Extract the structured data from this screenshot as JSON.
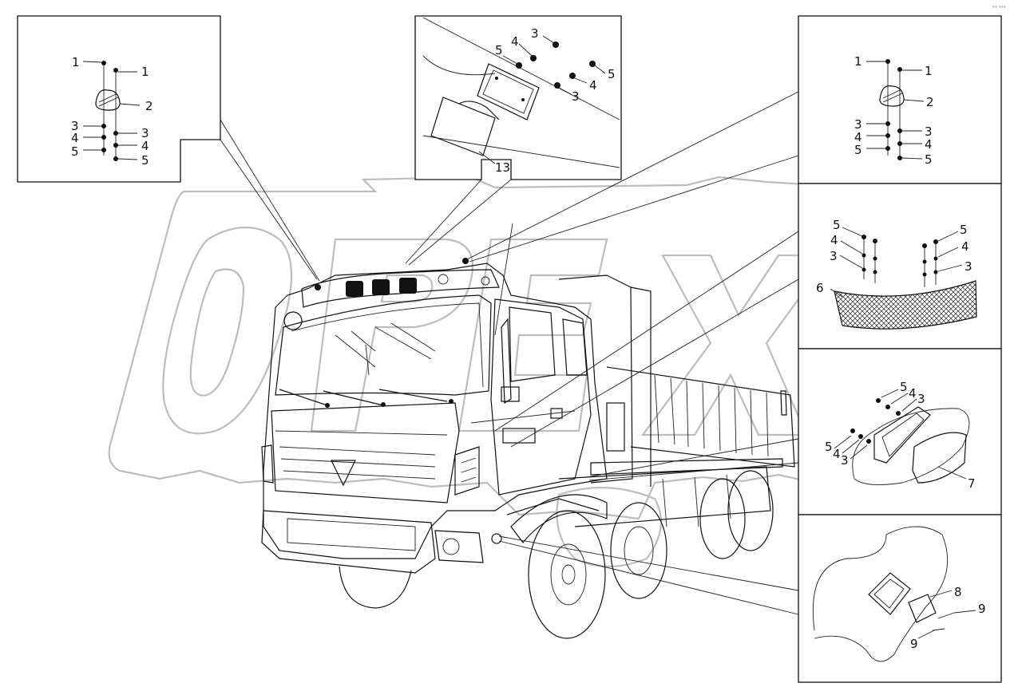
{
  "corner_mark": "°° °°°",
  "callouts": {
    "roof_left": [
      "1",
      "1",
      "2",
      "3",
      "3",
      "4",
      "4",
      "5",
      "5"
    ],
    "roof_center": [
      "5",
      "4",
      "3",
      "5",
      "4",
      "3",
      "13"
    ],
    "roof_right": [
      "1",
      "1",
      "2",
      "3",
      "3",
      "4",
      "4",
      "5",
      "5"
    ],
    "mudflap": [
      "5",
      "4",
      "3",
      "6",
      "5",
      "4",
      "3"
    ],
    "side_marker": [
      "5",
      "4",
      "3",
      "5",
      "4",
      "3",
      "7"
    ],
    "step_light": [
      "8",
      "9",
      "9"
    ]
  },
  "colors": {
    "line": "#111111",
    "watermark": "#bdbdbd",
    "background": "#ffffff"
  }
}
